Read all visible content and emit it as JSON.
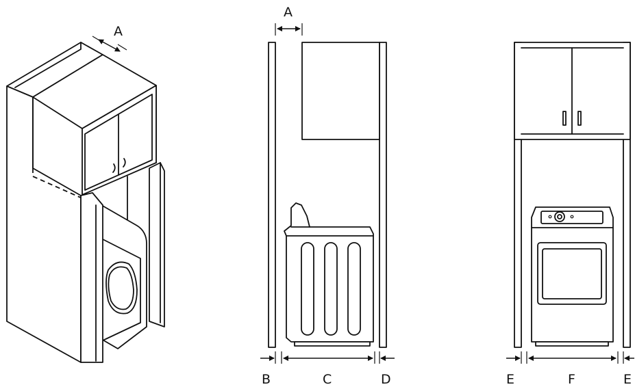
{
  "labels": {
    "iso_top": "A",
    "side_top": "A",
    "side_left": "B",
    "side_mid": "C",
    "side_right": "D",
    "front_left": "E",
    "front_mid": "F",
    "front_right": "E"
  }
}
